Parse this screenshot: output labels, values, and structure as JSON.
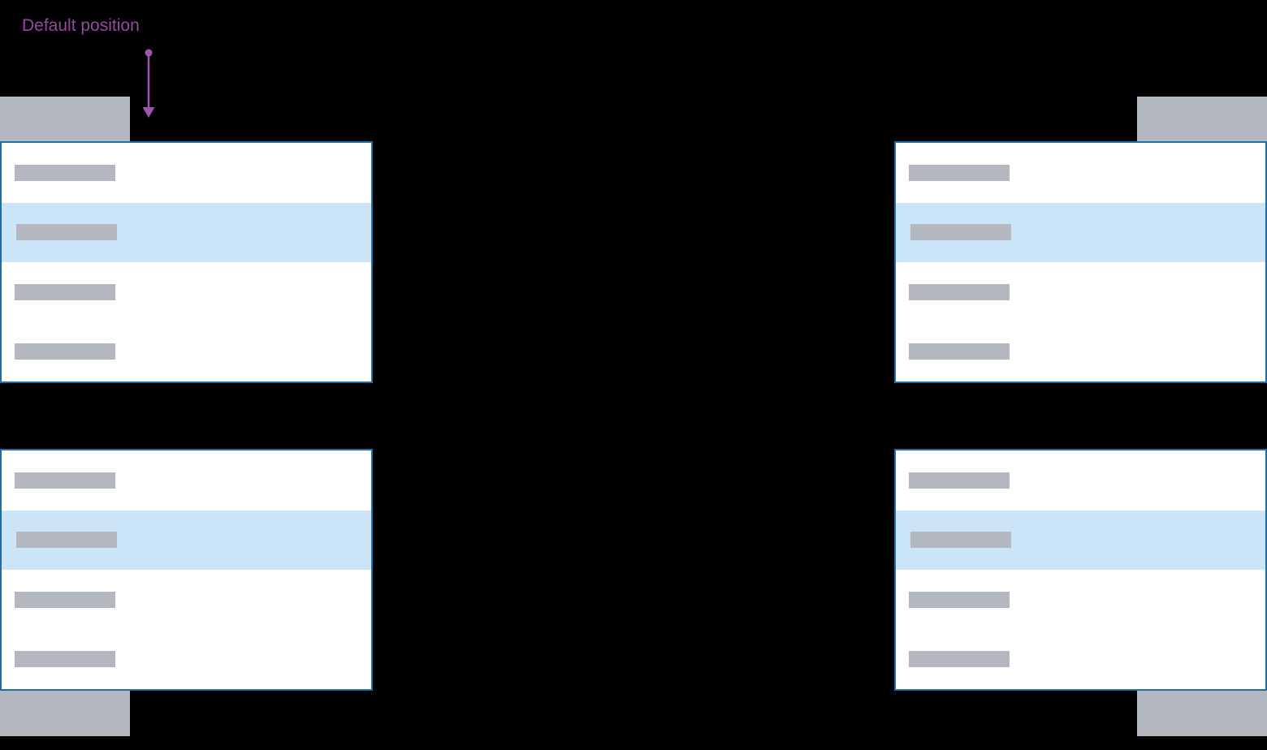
{
  "annotation": {
    "label": "Default position",
    "arrow_direction": "down"
  },
  "colors": {
    "background": "#000000",
    "panel_border": "#1f6ea8",
    "panel_bg": "#ffffff",
    "highlight": "#cce4f7",
    "placeholder": "#b3b7c0",
    "annotation_text": "#944a9d",
    "annotation_arrow": "#9e55b0"
  },
  "dropdowns": [
    {
      "position": "top-left",
      "menu_direction": "opens-below-trigger",
      "items": [
        {
          "state": "default"
        },
        {
          "state": "highlighted"
        },
        {
          "state": "default"
        },
        {
          "state": "default"
        }
      ]
    },
    {
      "position": "top-right",
      "menu_direction": "opens-below-trigger",
      "items": [
        {
          "state": "default"
        },
        {
          "state": "highlighted"
        },
        {
          "state": "default"
        },
        {
          "state": "default"
        }
      ]
    },
    {
      "position": "bottom-left",
      "menu_direction": "opens-above-trigger",
      "items": [
        {
          "state": "default"
        },
        {
          "state": "highlighted"
        },
        {
          "state": "default"
        },
        {
          "state": "default"
        }
      ]
    },
    {
      "position": "bottom-right",
      "menu_direction": "opens-above-trigger",
      "items": [
        {
          "state": "default"
        },
        {
          "state": "highlighted"
        },
        {
          "state": "default"
        },
        {
          "state": "default"
        }
      ]
    }
  ]
}
